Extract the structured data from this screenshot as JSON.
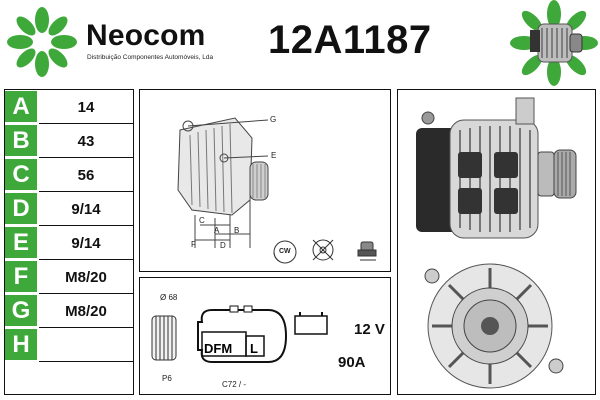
{
  "header": {
    "brand": "Neocom",
    "tagline": "Distribuição Componentes Automóveis, Lda",
    "part_number": "12A1187"
  },
  "specs": [
    {
      "letter": "A",
      "value": "14"
    },
    {
      "letter": "B",
      "value": "43"
    },
    {
      "letter": "C",
      "value": "56"
    },
    {
      "letter": "D",
      "value": "9/14"
    },
    {
      "letter": "E",
      "value": "9/14"
    },
    {
      "letter": "F",
      "value": "M8/20"
    },
    {
      "letter": "G",
      "value": "M8/20"
    },
    {
      "letter": "H",
      "value": ""
    }
  ],
  "diagram": {
    "labels": {
      "a": "A",
      "b": "B",
      "c": "C",
      "d": "D",
      "e": "E",
      "f": "F",
      "g": "G"
    },
    "rotation": "CW"
  },
  "connector": {
    "pulley_diameter": "Ø 68",
    "pulley_type": "P6",
    "plug_dfm": "DFM",
    "plug_l": "L",
    "plug_code": "C72 / -",
    "voltage": "12 V",
    "amperage": "90A"
  },
  "colors": {
    "accent": "#3fa83b"
  }
}
